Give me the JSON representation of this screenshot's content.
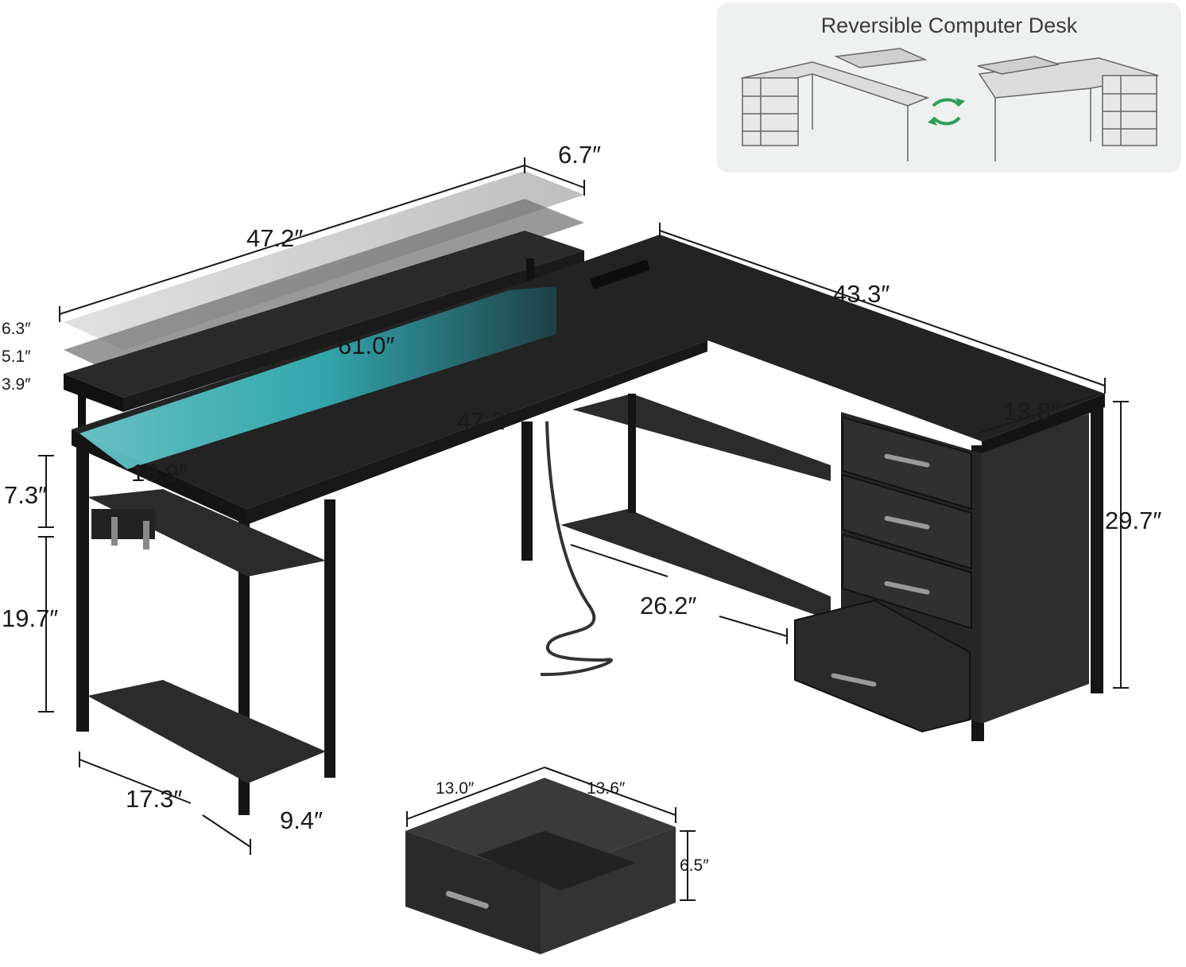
{
  "banner": {
    "title": "Reversible Computer Desk"
  },
  "dimensions": {
    "riser_depth": "6.7″",
    "riser_width": "47.2″",
    "riser_h_high": "6.3″",
    "riser_h_mid": "5.1″",
    "riser_h_low": "3.9″",
    "desk_long": "61.0″",
    "desk_return": "43.3″",
    "desk_inner": "47.2″",
    "desk_depth": "18.9″",
    "return_depth": "13.8″",
    "height_total": "29.7″",
    "upper_shelf_h": "7.3″",
    "lower_shelf_h": "19.7″",
    "shelf_width": "17.3″",
    "shelf_depth": "9.4″",
    "under_span": "26.2″",
    "drawer_w": "13.0″",
    "drawer_d": "13.6″",
    "drawer_h": "6.5″"
  },
  "colors": {
    "desk_top": "#1f1f1f",
    "frame": "#161616",
    "led": "#38e0e6",
    "banner_bg": "#eef1ef"
  }
}
